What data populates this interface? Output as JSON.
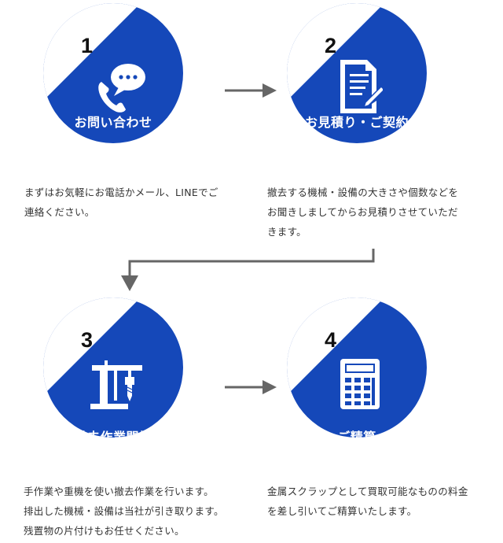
{
  "steps": [
    {
      "number": "1",
      "title": "お問い合わせ",
      "icon": "chat-phone-icon",
      "description_lines": [
        "まずはお気軽にお電話かメール、LINEでご",
        "連絡ください。"
      ]
    },
    {
      "number": "2",
      "title": "お見積り・ご契約",
      "icon": "document-pen-icon",
      "description_lines": [
        "撤去する機械・設備の大きさや個数などを",
        "お聞きしましてからお見積りさせていただ",
        "きます。"
      ]
    },
    {
      "number": "3",
      "title": "撤去作業開始",
      "icon": "crane-drill-icon",
      "description_lines": [
        "手作業や重機を使い撤去作業を行います。",
        "排出した機械・設備は当社が引き取ります。",
        "残置物の片付けもお任せください。"
      ]
    },
    {
      "number": "4",
      "title": "ご精算",
      "icon": "calculator-icon",
      "description_lines": [
        "金属スクラップとして買取可能なものの料金",
        "を差し引いてご精算いたします。"
      ]
    }
  ],
  "colors": {
    "circle": "#1548b9",
    "arrow": "#666666",
    "number": "#111111"
  }
}
